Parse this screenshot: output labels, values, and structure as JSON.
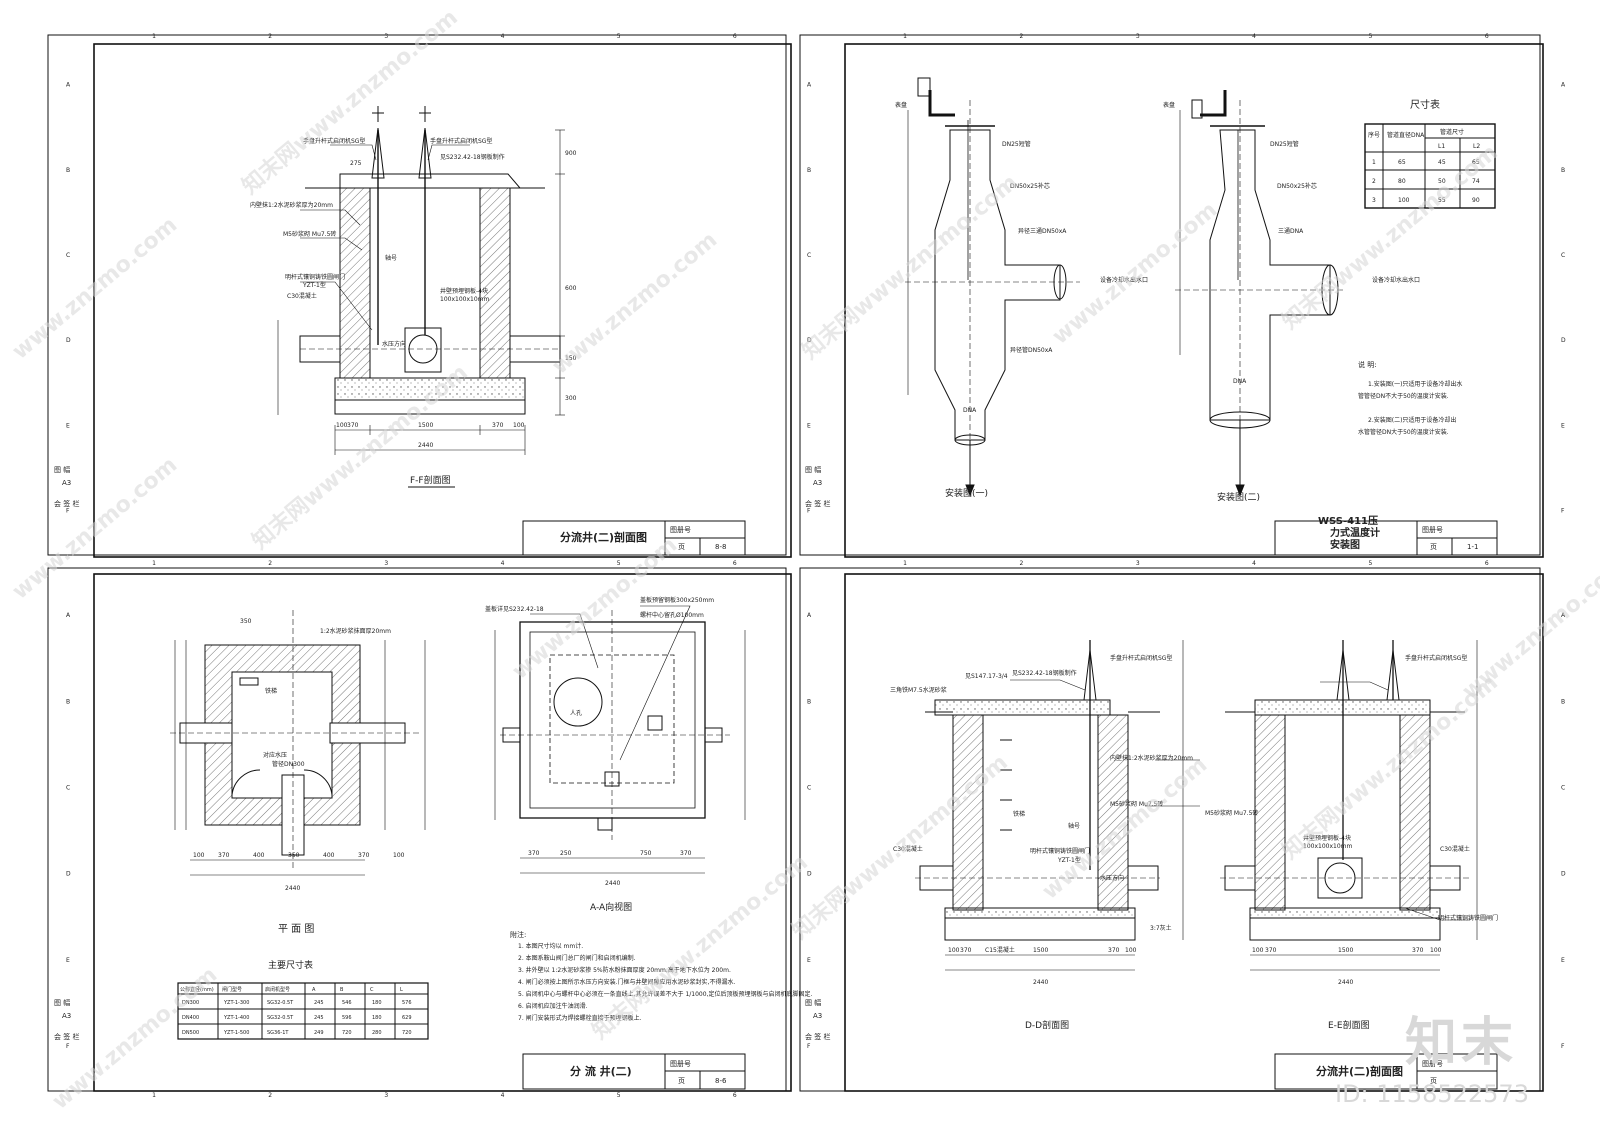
{
  "watermark": {
    "site": "www.znzmo.com",
    "site_cn": "知末网"
  },
  "brand": {
    "logo": "知末",
    "id_text": "ID: 1158522573"
  },
  "border": {
    "columns": [
      "1",
      "2",
      "3",
      "4",
      "5",
      "6"
    ],
    "rows": [
      "A",
      "B",
      "C",
      "D",
      "E",
      "F"
    ],
    "side_labels": [
      "图 幅",
      "A3",
      "会 签 栏"
    ]
  },
  "sheets": {
    "ff": {
      "view_title": "F-F剖面图",
      "title_block": {
        "title": "分流井(二)剖面图",
        "map_no_label": "图册号",
        "page_label": "页",
        "page_no": "8-8"
      },
      "labels": [
        "手盘升杆式启闭机SG型",
        "手盘升杆式启闭机SG型",
        "见S232.42-18钢板制作",
        "内壁抹1:2水泥砂浆厚为20mm",
        "M5砂浆砌 Mu7.5砖",
        "明杆式镶铜铸铁圆闸门",
        "YZT-1型",
        "C30混凝土",
        "轴号",
        "井壁预埋钢板-4块",
        "100x100x10mm",
        "水压方向"
      ],
      "dims": {
        "top": "275",
        "bottom": [
          "100",
          "370",
          "1500",
          "370",
          "100"
        ],
        "total": "2440",
        "right": [
          "900",
          "600",
          "150",
          "300"
        ]
      }
    },
    "ws": {
      "title_block": {
        "title": "WSS-411压力式温度计安装图",
        "map_no_label": "图册号",
        "page_label": "页",
        "page_no": "1-1"
      },
      "view1_title": "安装图(一)",
      "view2_title": "安装图(二)",
      "labels": [
        "表盘",
        "DN25短管",
        "DN50x25补芯",
        "异径三通DN50xA",
        "异径管DN50xA",
        "设备冷却水出水口",
        "DNA",
        "三通DNA"
      ],
      "table": {
        "title": "尺寸表",
        "headers": [
          "序号",
          "管道直径DNA",
          "管道尺寸",
          "L1",
          "L2"
        ],
        "rows": [
          [
            "1",
            "65",
            "45",
            "65"
          ],
          [
            "2",
            "80",
            "50",
            "74"
          ],
          [
            "3",
            "100",
            "55",
            "90"
          ]
        ]
      },
      "notes": {
        "title": "说 明:",
        "items": [
          "1.安装图(一)只适用于设备冷却出水管管径DN不大于50的温度计安装.",
          "2.安装图(二)只适用于设备冷却出水管管径DN大于50的温度计安装."
        ]
      }
    },
    "plan": {
      "plan_title": "平 面 图",
      "aa_title": "A-A向视图",
      "title_block": {
        "title": "分 流 井(二)",
        "map_no_label": "图册号",
        "page_label": "页",
        "page_no": "8-6"
      },
      "labels": [
        "1:2水泥砂浆抹面厚20mm",
        "铁梯",
        "对应水压",
        "管径DN300",
        "盖板详见S232.42-18",
        "盖板预留钢板300x250mm",
        "螺杆中心留孔Ø100mm",
        "人孔"
      ],
      "dims_bottom": [
        "100",
        "370",
        "400",
        "350",
        "400",
        "370",
        "100"
      ],
      "total": "2440",
      "aa_dims": [
        "370",
        "250",
        "750",
        "370"
      ],
      "table": {
        "title": "主要尺寸表",
        "headers": [
          "公称直径(mm)",
          "闸门型号",
          "启闭机型号",
          "A",
          "B",
          "C",
          "L"
        ],
        "rows": [
          [
            "DN300",
            "YZT-1-300",
            "SG32-0.5T",
            "245",
            "546",
            "180",
            "576"
          ],
          [
            "DN400",
            "YZT-1-400",
            "SG32-0.5T",
            "245",
            "596",
            "180",
            "629"
          ],
          [
            "DN500",
            "YZT-1-500",
            "SG36-1T",
            "249",
            "720",
            "280",
            "720"
          ]
        ]
      },
      "notes": {
        "title": "附注:",
        "items": [
          "1. 本图尺寸均以 mm计.",
          "2. 本图系鞍山阀门总厂的闸门和启闭机编制.",
          "3. 井外壁以 1:2水泥砂浆掺 5%防水粉抹面厚度 20mm,高于地下水位为 200m.",
          "4. 闸门必须按上图所示水压方向安装.门框与井壁间隙应用水泥砂浆封实,不得漏水.",
          "5. 启闭机中心与螺杆中心必须在一条直线上,其允许误差不大于 1/1000,定位后顶板预埋钢板与启闭机底脚固定.",
          "6. 启闭机应加注牛油润滑.",
          "7. 闸门安装形式为焊接螺栓直接于预埋钢板上."
        ]
      }
    },
    "dd": {
      "dd_title": "D-D剖面图",
      "ee_title": "E-E剖面图",
      "title_block": {
        "title": "分流井(二)剖面图",
        "map_no_label": "图册号",
        "page_label": "页"
      },
      "labels": [
        "手盘升杆式启闭机SG型",
        "见S147.17-3/4",
        "见S232.42-18钢板制作",
        "三角铁M7.5水泥砂浆",
        "内壁抹1:2水泥砂浆厚为20mm",
        "M5砂浆砌 Mu7.5砖",
        "轴号",
        "铁梯",
        "C30混凝土",
        "C15混凝土",
        "3:7灰土",
        "明杆式镶铜铸铁圆闸门",
        "YZT-1型",
        "井壁预埋钢板-4块",
        "100x100x10mm",
        "水压方向"
      ],
      "dims_dd": [
        "100",
        "370",
        "1500",
        "370",
        "100"
      ],
      "dims_ee": [
        "100",
        "370",
        "1500",
        "370",
        "100"
      ],
      "total": "2440"
    }
  }
}
